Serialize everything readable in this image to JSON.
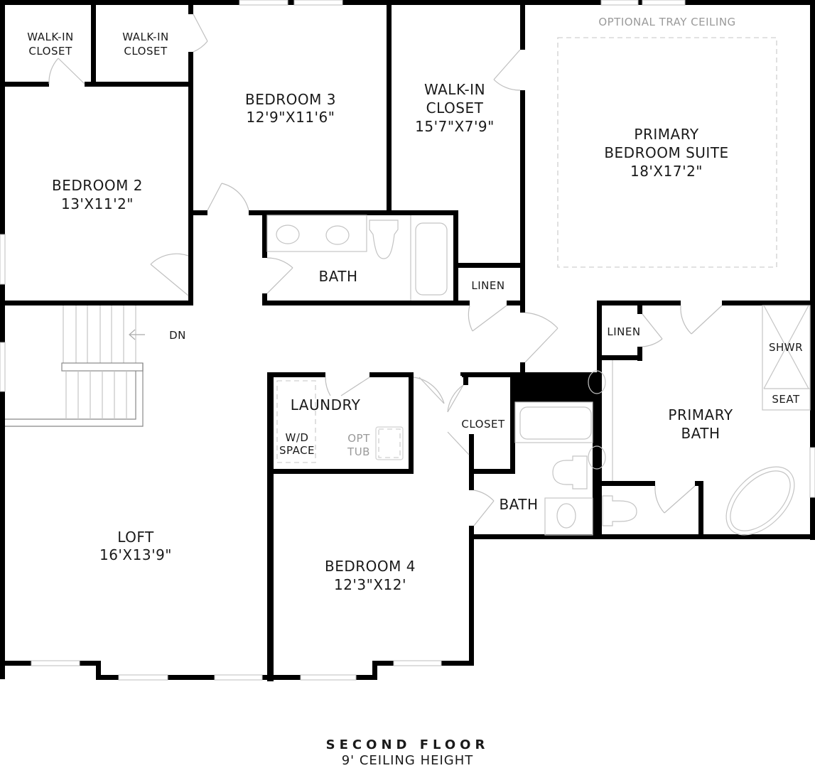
{
  "plan": {
    "title": "SECOND FLOOR",
    "subtitle": "9' CEILING HEIGHT",
    "annotations": {
      "tray_ceiling": "OPTIONAL TRAY CEILING",
      "stairs_direction": "DN"
    },
    "rooms": {
      "walkin_closet_1": {
        "name_line1": "WALK-IN",
        "name_line2": "CLOSET"
      },
      "walkin_closet_2": {
        "name_line1": "WALK-IN",
        "name_line2": "CLOSET"
      },
      "bedroom_3": {
        "name": "BEDROOM 3",
        "size": "12'9\"X11'6\""
      },
      "walkin_closet_primary": {
        "name_line1": "WALK-IN",
        "name_line2": "CLOSET",
        "size": "15'7\"X7'9\""
      },
      "primary_suite": {
        "name_line1": "PRIMARY",
        "name_line2": "BEDROOM SUITE",
        "size": "18'X17'2\""
      },
      "bedroom_2": {
        "name": "BEDROOM 2",
        "size": "13'X11'2\""
      },
      "hall_bath": {
        "name": "BATH"
      },
      "linen_hall": {
        "name": "LINEN"
      },
      "linen_primary": {
        "name": "LINEN"
      },
      "shower": {
        "name": "SHWR",
        "seat": "SEAT"
      },
      "primary_bath": {
        "name_line1": "PRIMARY",
        "name_line2": "BATH"
      },
      "laundry": {
        "name": "LAUNDRY",
        "wd_line1": "W/D",
        "wd_line2": "SPACE",
        "tub_line1": "OPT",
        "tub_line2": "TUB"
      },
      "closet_bed4": {
        "name": "CLOSET"
      },
      "bath_bed4": {
        "name": "BATH"
      },
      "loft": {
        "name": "LOFT",
        "size": "16'X13'9\""
      },
      "bedroom_4": {
        "name": "BEDROOM 4",
        "size": "12'3\"X12'"
      }
    }
  }
}
